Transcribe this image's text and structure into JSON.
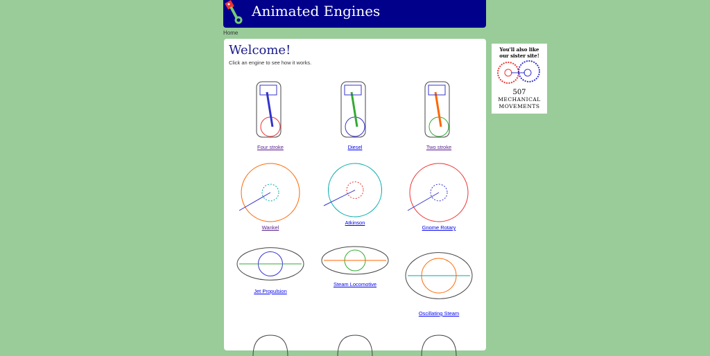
{
  "header": {
    "title": "Animated Engines"
  },
  "breadcrumb": {
    "home": "Home"
  },
  "main": {
    "title": "Welcome!",
    "intro": "Click an engine to see how it works.",
    "engines": [
      {
        "label": "Four stroke",
        "visited": true
      },
      {
        "label": "Diesel",
        "visited": false
      },
      {
        "label": "Two stroke",
        "visited": true
      },
      {
        "label": "Wankel",
        "visited": true
      },
      {
        "label": "Atkinson",
        "visited": false
      },
      {
        "label": "Gnome Rotary",
        "visited": false
      },
      {
        "label": "Jet Propulsion",
        "visited": false
      },
      {
        "label": "Steam Locomotive",
        "visited": false
      },
      {
        "label": "Oscillating Steam",
        "visited": false
      }
    ]
  },
  "sidebar_ad": {
    "line1": "You'll also like",
    "line2": "our sister site!",
    "number": "507",
    "word1": "Mechanical",
    "word2": "Movements"
  },
  "colors": {
    "background": "#99cc99",
    "header": "#00008b",
    "link": "#0000ee",
    "visited": "#551a8b"
  }
}
